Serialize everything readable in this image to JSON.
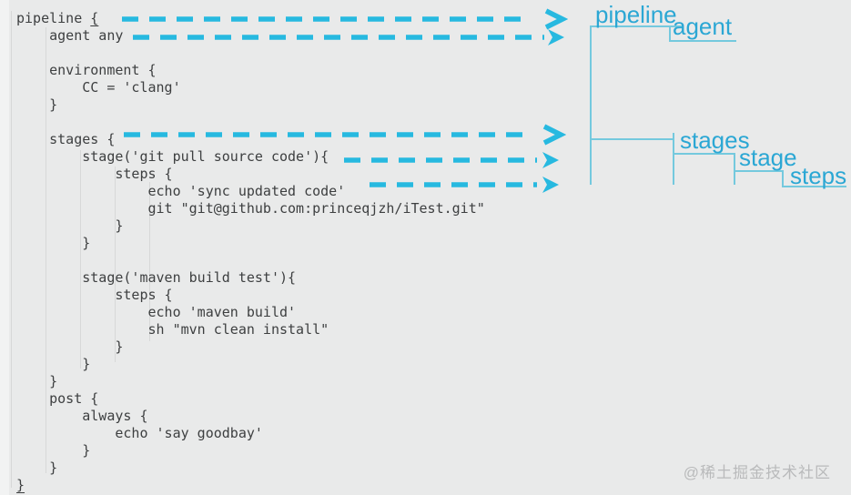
{
  "figure": {
    "background_color": "#e9eaea",
    "description_colors": {
      "arrow": "#27b9e0",
      "label": "#2ba7d4",
      "tree_line": "#74c9de",
      "code_text": "#3d3f40",
      "watermark": "#b9babb"
    }
  },
  "code": {
    "line1_prefix": "pipeline ",
    "line1_brace": "{",
    "lines": [
      "    agent any",
      "",
      "    environment {",
      "        CC = 'clang'",
      "    }",
      "",
      "    stages {",
      "        stage('git pull source code'){",
      "            steps {",
      "                echo 'sync updated code'",
      "                git \"git@github.com:princeqjzh/iTest.git\"",
      "            }",
      "        }",
      "",
      "        stage('maven build test'){",
      "            steps {",
      "                echo 'maven build'",
      "                sh \"mvn clean install\"",
      "            }",
      "        }",
      "    }",
      "    post {",
      "        always {",
      "            echo 'say goodbay'",
      "        }",
      "    }",
      "}"
    ]
  },
  "tree": {
    "labels": {
      "pipeline": "pipeline",
      "agent": "agent",
      "stages": "stages",
      "stage": "stage",
      "steps": "steps"
    }
  },
  "watermark": {
    "text": "@稀土掘金技术社区"
  }
}
